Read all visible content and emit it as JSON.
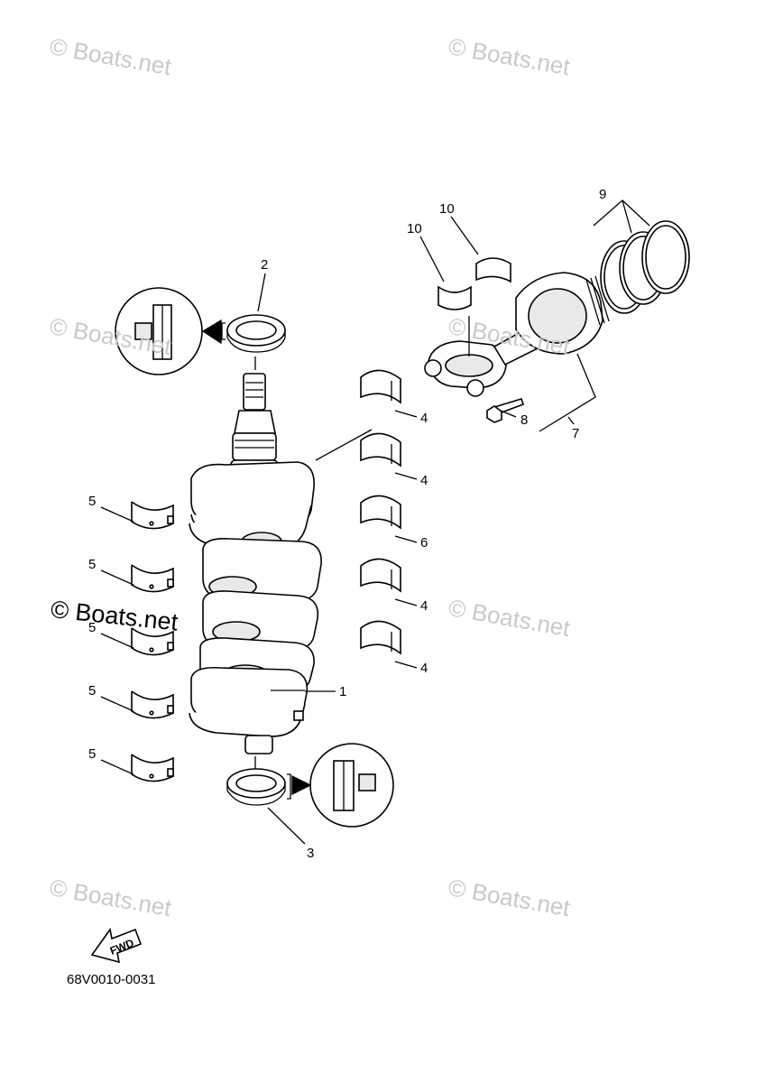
{
  "watermarks": {
    "w1": "© Boats.net",
    "w2": "© Boats.net",
    "w3": "© Boats.net",
    "w4": "© Boats.net",
    "w5": "© Boats.net",
    "w6": "© Boats.net",
    "w7": "© Boats.net",
    "w8": "© Boats.net"
  },
  "callouts": {
    "c1": "1",
    "c2": "2",
    "c3": "3",
    "c4a": "4",
    "c4b": "4",
    "c4c": "4",
    "c4d": "4",
    "c5a": "5",
    "c5b": "5",
    "c5c": "5",
    "c5d": "5",
    "c5e": "5",
    "c6": "6",
    "c7": "7",
    "c8": "8",
    "c9": "9",
    "c10a": "10",
    "c10b": "10"
  },
  "fwd_label": "FWD",
  "part_number": "68V0010-0031",
  "icons": [
    "oil-seal-lubricate-icon",
    "fwd-arrow-icon"
  ]
}
